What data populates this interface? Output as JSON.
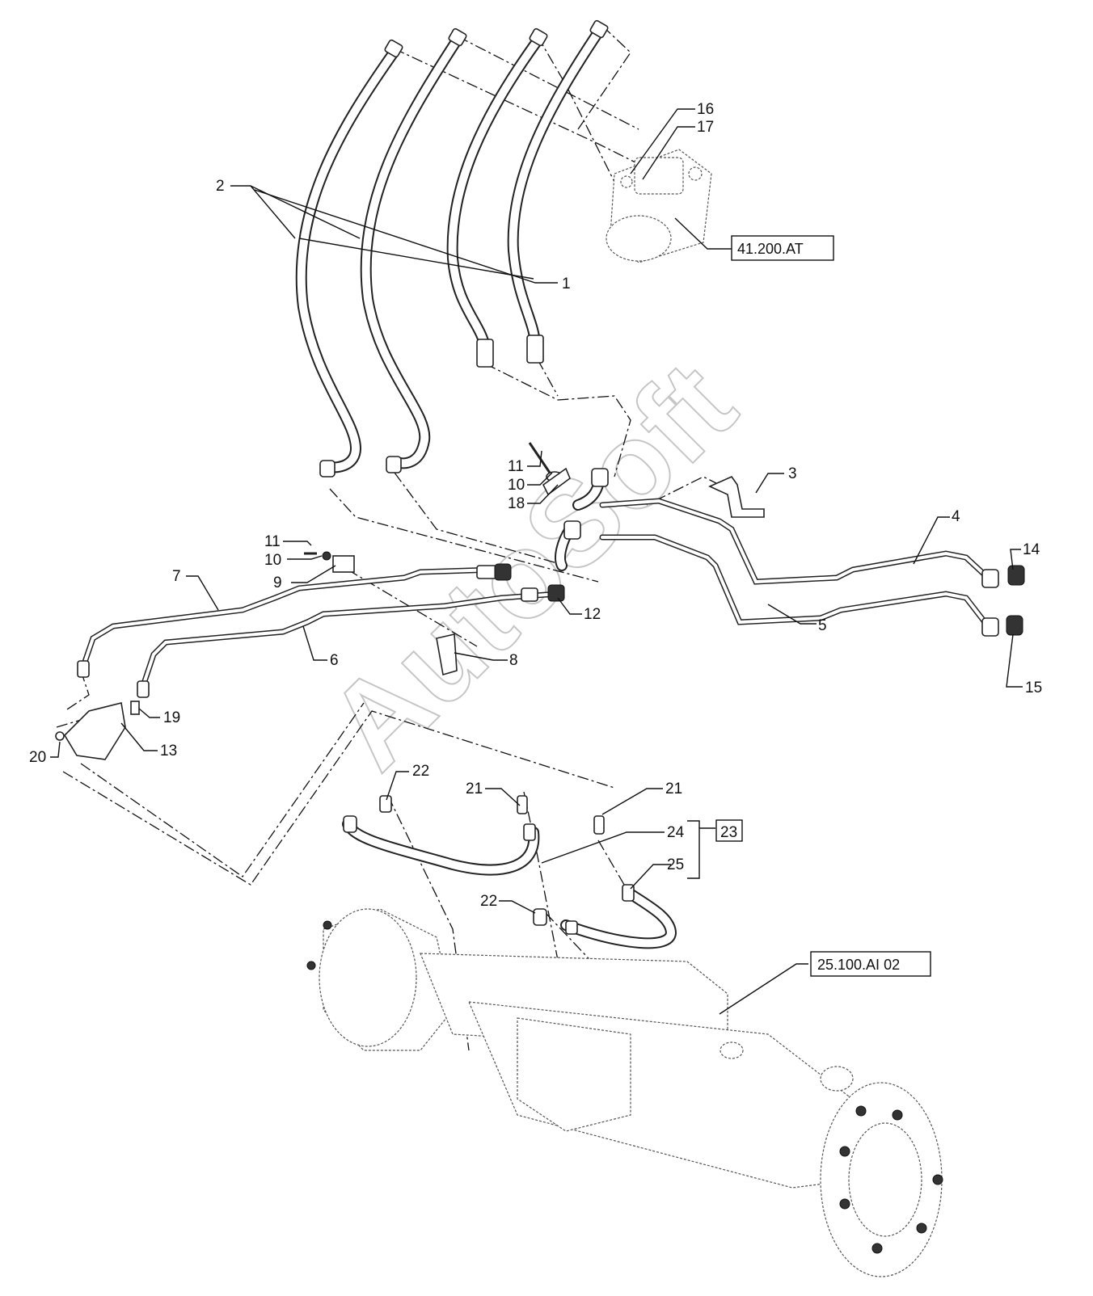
{
  "callouts": [
    {
      "id": "c1",
      "label": "1"
    },
    {
      "id": "c2",
      "label": "2"
    },
    {
      "id": "c3",
      "label": "3"
    },
    {
      "id": "c4",
      "label": "4"
    },
    {
      "id": "c5",
      "label": "5"
    },
    {
      "id": "c6",
      "label": "6"
    },
    {
      "id": "c7",
      "label": "7"
    },
    {
      "id": "c8",
      "label": "8"
    },
    {
      "id": "c9",
      "label": "9"
    },
    {
      "id": "c10a",
      "label": "10"
    },
    {
      "id": "c10b",
      "label": "10"
    },
    {
      "id": "c11a",
      "label": "11"
    },
    {
      "id": "c11b",
      "label": "11"
    },
    {
      "id": "c12",
      "label": "12"
    },
    {
      "id": "c13",
      "label": "13"
    },
    {
      "id": "c14",
      "label": "14"
    },
    {
      "id": "c15",
      "label": "15"
    },
    {
      "id": "c16",
      "label": "16"
    },
    {
      "id": "c17",
      "label": "17"
    },
    {
      "id": "c18",
      "label": "18"
    },
    {
      "id": "c19",
      "label": "19"
    },
    {
      "id": "c20",
      "label": "20"
    },
    {
      "id": "c21a",
      "label": "21"
    },
    {
      "id": "c21b",
      "label": "21"
    },
    {
      "id": "c22a",
      "label": "22"
    },
    {
      "id": "c22b",
      "label": "22"
    },
    {
      "id": "c23",
      "label": "23"
    },
    {
      "id": "c24",
      "label": "24"
    },
    {
      "id": "c25",
      "label": "25"
    }
  ],
  "references": {
    "steering_unit": "41.200.AT",
    "front_axle": "25.100.AI 02"
  },
  "watermark": "AutoSoft"
}
